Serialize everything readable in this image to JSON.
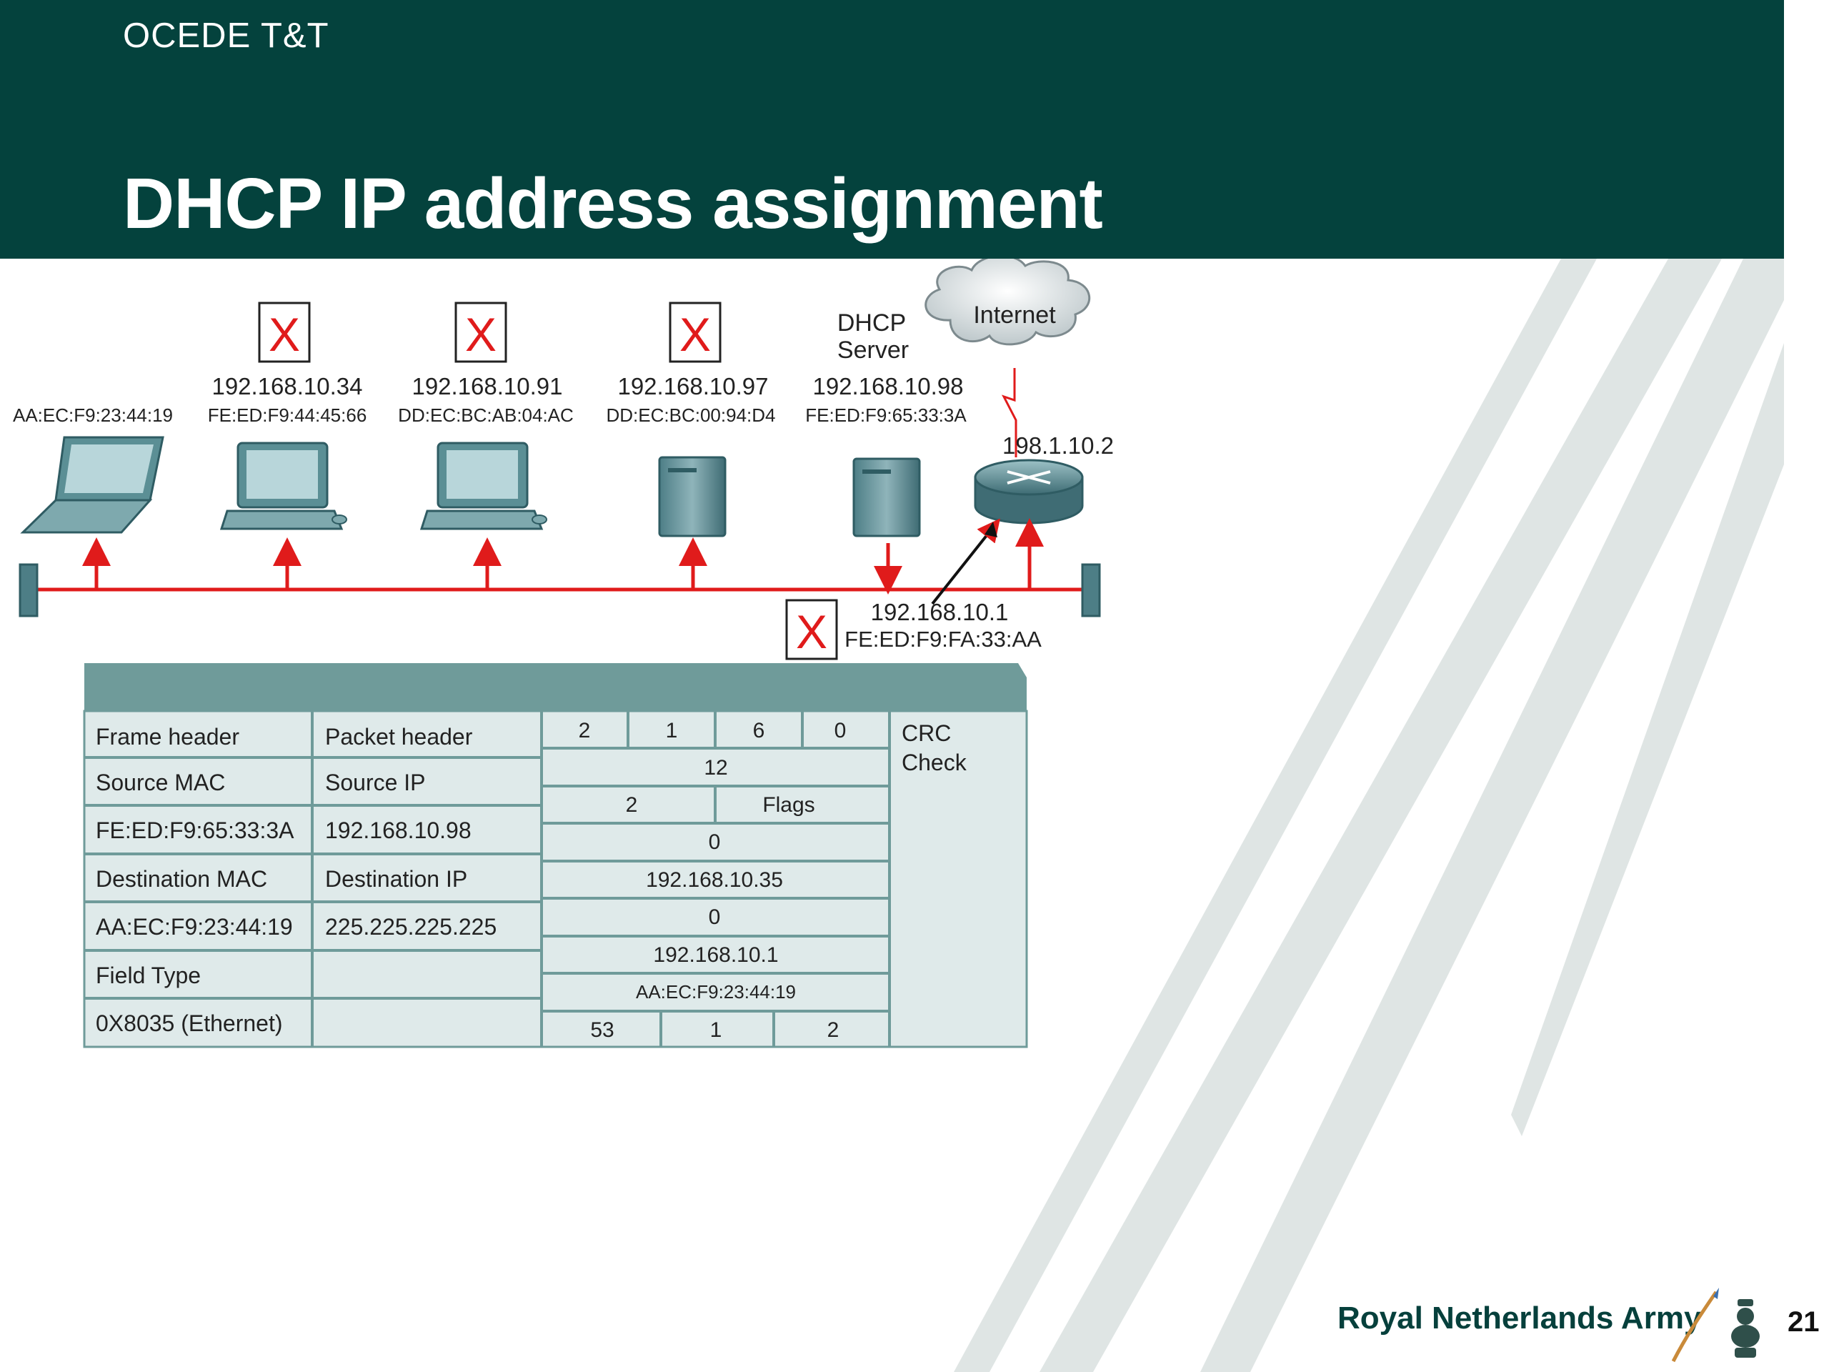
{
  "header": {
    "course": "OCEDE T&T",
    "title": "DHCP IP address assignment"
  },
  "diagram": {
    "cloud_label": "Internet",
    "server_label_line1": "DHCP",
    "server_label_line2": "Server",
    "router_wan_ip": "198.1.10.2",
    "router_lan_ip": "192.168.10.1",
    "router_lan_mac": "FE:ED:F9:FA:33:AA",
    "hosts": [
      {
        "ip": "",
        "mac": "AA:EC:F9:23:44:19"
      },
      {
        "ip": "192.168.10.34",
        "mac": "FE:ED:F9:44:45:66"
      },
      {
        "ip": "192.168.10.91",
        "mac": "DD:EC:BC:AB:04:AC"
      },
      {
        "ip": "192.168.10.97",
        "mac": "DD:EC:BC:00:94:D4"
      },
      {
        "ip": "192.168.10.98",
        "mac": "FE:ED:F9:65:33:3A"
      }
    ],
    "reject_mark": "X"
  },
  "frame": {
    "left_rows": [
      [
        "Frame header",
        "Packet header"
      ],
      [
        "Source MAC",
        "Source IP"
      ],
      [
        "FE:ED:F9:65:33:3A",
        "192.168.10.98"
      ],
      [
        "Destination MAC",
        "Destination IP"
      ],
      [
        "AA:EC:F9:23:44:19",
        "225.225.225.225"
      ],
      [
        "Field Type",
        ""
      ],
      [
        "0X8035 (Ethernet)",
        ""
      ]
    ],
    "payload": {
      "r1": [
        "2",
        "1",
        "6",
        "0"
      ],
      "r2": "12",
      "r3": [
        "2",
        "Flags"
      ],
      "r4": "0",
      "r5": "192.168.10.35",
      "r6": "0",
      "r7": "192.168.10.1",
      "r8": "AA:EC:F9:23:44:19",
      "r9": [
        "53",
        "1",
        "2"
      ]
    },
    "crc_line1": "CRC",
    "crc_line2": "Check"
  },
  "footer": {
    "brand": "Royal Netherlands Army",
    "page_number": "21"
  },
  "colors": {
    "header_bg": "#04423d",
    "bus_red": "#e01b1b",
    "table_fill": "#dfeaea",
    "table_header": "#6f9b9a",
    "stripe": "#dfe5e4"
  }
}
